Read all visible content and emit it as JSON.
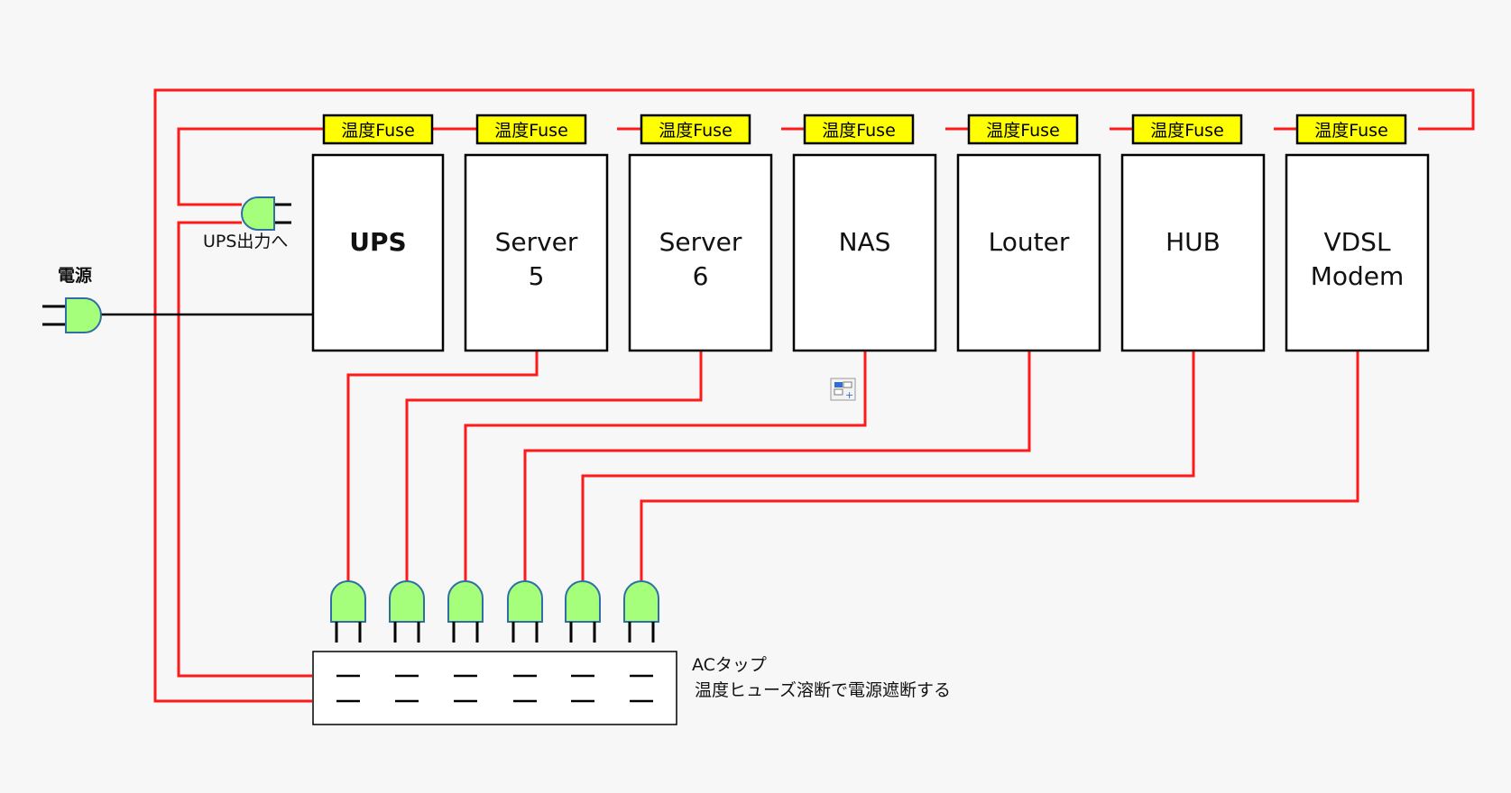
{
  "devices": [
    {
      "id": "ups",
      "lines": [
        "UPS"
      ],
      "bold": true
    },
    {
      "id": "server5",
      "lines": [
        "Server",
        "5"
      ],
      "bold": false
    },
    {
      "id": "server6",
      "lines": [
        "Server",
        "6"
      ],
      "bold": false
    },
    {
      "id": "nas",
      "lines": [
        "NAS"
      ],
      "bold": false
    },
    {
      "id": "louter",
      "lines": [
        "Louter"
      ],
      "bold": false
    },
    {
      "id": "hub",
      "lines": [
        "HUB"
      ],
      "bold": false
    },
    {
      "id": "vdsl",
      "lines": [
        "VDSL",
        "Modem"
      ],
      "bold": false
    }
  ],
  "fuse_label": "温度Fuse",
  "labels": {
    "power_source": "電源",
    "ups_output": "UPS出力へ",
    "ac_tap_title": "ACタップ",
    "ac_tap_note": "温度ヒューズ溶断で電源遮断する"
  },
  "colors": {
    "wire": "#ff1a1a",
    "fuse_fill": "#ffff00",
    "plug_fill": "#a6ff7a",
    "plug_outline": "#2f6fa6",
    "background": "#f7f7f7"
  },
  "icons": {
    "plug": "power-plug-icon",
    "smart_tag": "smart-tag-options-icon"
  },
  "ac_tap_socket_count": 6
}
